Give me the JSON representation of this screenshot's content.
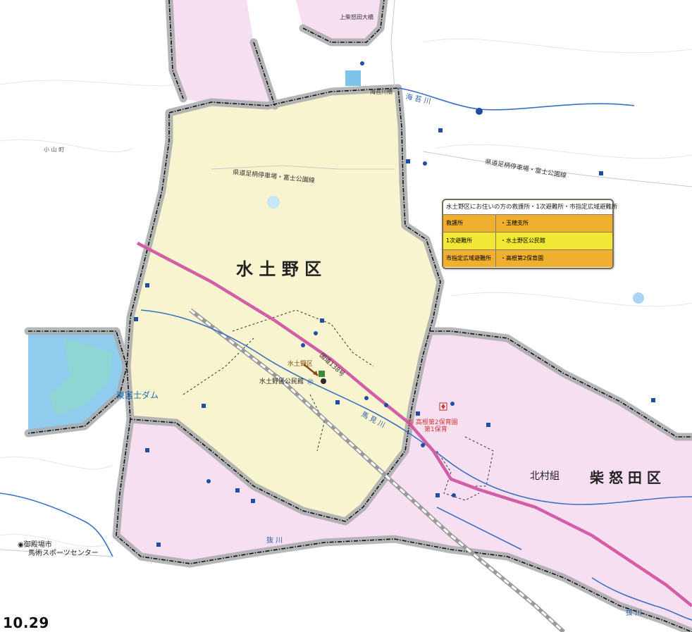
{
  "colors": {
    "district_fill": "#f7f4cf",
    "neighbor_fill": "#f6dff0",
    "water_fill": "#7cc3ea",
    "route_color": "#d25fa6",
    "boundary_gray": "#a9aaad",
    "marker_blue": "#1f4fa3",
    "evac_red": "#d23c3c"
  },
  "map": {
    "district_label": "水 土 野 区",
    "neighbor_label": "柴 怒 田 区",
    "kitamura_label": "北村組",
    "dam_label": "東富士ダム",
    "road_label_upper": "県道足柄停車場・富士公園線",
    "road_label_right": "県道足柄停車場・富士公園線",
    "route_label": "国道138号",
    "river_label_1": "海 苔 川",
    "river_label_2": "馬 見 川",
    "river_label_3": "抜 川",
    "river_label_4": "抜 川",
    "bridge_label_1": "上柴怒田大橋",
    "bridge_label_2": "海苔川橋",
    "hall_label": "水土野区公民館",
    "hall_marker_text": "㊞",
    "district_marker_label": "水土野区",
    "nursery_label": "㊐ 高根第2保育園",
    "nursery_label_2": "第1保育",
    "sports_center_line1": "◉御殿場市",
    "sports_center_line2": "馬術スポーツセンター",
    "hill_label": "小 山 町"
  },
  "legend": {
    "title": "水土野区にお住いの方の救護所・1次避難所・市指定広域避難所",
    "rows": [
      {
        "type": "救護所",
        "place": "・玉穂支所",
        "color": "#efb02f"
      },
      {
        "type": "1次避難所",
        "place": "・水土野区公民館",
        "color": "#f1e835"
      },
      {
        "type": "市指定広域避難所",
        "place": "・高根第2保育園",
        "color": "#efb02f"
      }
    ]
  },
  "page_number": "10.29"
}
